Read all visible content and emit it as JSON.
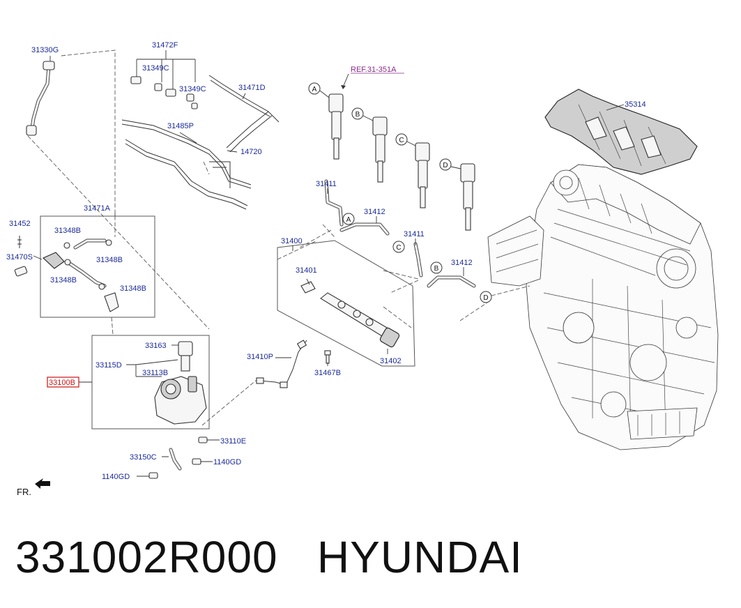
{
  "reference": "REF.31-351A",
  "highlighted_part": "33100B",
  "callouts": {
    "p31330G": "31330G",
    "p31472F": "31472F",
    "p31349C_a": "31349C",
    "p31349C_b": "31349C",
    "p31471D": "31471D",
    "p31485P": "31485P",
    "p14720": "14720",
    "p31452": "31452",
    "p31471A": "31471A",
    "p31348B_a": "31348B",
    "p31348B_b": "31348B",
    "p31348B_c": "31348B",
    "p31348B_d": "31348B",
    "p31470S": "31470S",
    "p33163": "33163",
    "p33115D": "33115D",
    "p33113B": "33113B",
    "p33100B": "33100B",
    "p33110E": "33110E",
    "p33150C": "33150C",
    "p1140GD_a": "1140GD",
    "p1140GD_b": "1140GD",
    "p31411_a": "31411",
    "p31412_a": "31412",
    "p31411_b": "31411",
    "p31412_b": "31412",
    "p31400": "31400",
    "p31401": "31401",
    "p31410P": "31410P",
    "p31467B": "31467B",
    "p31402": "31402",
    "p35314": "35314"
  },
  "position_letters": {
    "inj_a": "A",
    "inj_b": "B",
    "inj_c": "C",
    "inj_d": "D",
    "pipe_a": "A",
    "pipe_b": "B",
    "pipe_c": "C",
    "pipe_d": "D"
  },
  "direction_label": "FR.",
  "caption": {
    "part_number": "331002R000",
    "brand": "HYUNDAI"
  },
  "colors": {
    "callout_text": "#1a2a99",
    "reference_text": "#8a2a8a",
    "highlight": "#cc1111"
  }
}
